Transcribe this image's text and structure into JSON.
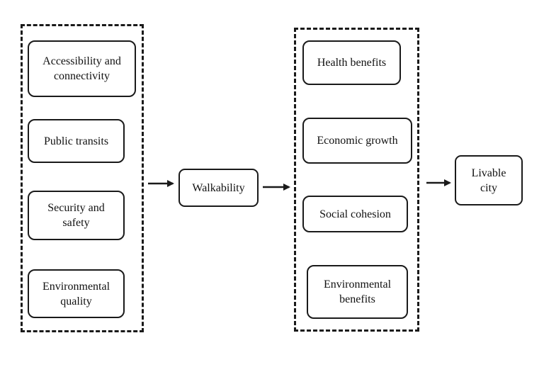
{
  "diagram": {
    "input_factors": [
      {
        "id": "accessibility",
        "label": "Accessibility and\nconnectivity"
      },
      {
        "id": "public-transits",
        "label": "Public transits"
      },
      {
        "id": "security",
        "label": "Security and\nsafety"
      },
      {
        "id": "env-quality",
        "label": "Environmental\nquality"
      }
    ],
    "central": {
      "label": "Walkability"
    },
    "benefits": [
      {
        "id": "health",
        "label": "Health benefits"
      },
      {
        "id": "economic",
        "label": "Economic growth"
      },
      {
        "id": "social",
        "label": "Social cohesion"
      },
      {
        "id": "env-benefits",
        "label": "Environmental\nbenefits"
      }
    ],
    "outcome": {
      "label": "Livable\ncity"
    },
    "colors": {
      "line": "#1a1a1a",
      "background": "#ffffff"
    }
  }
}
